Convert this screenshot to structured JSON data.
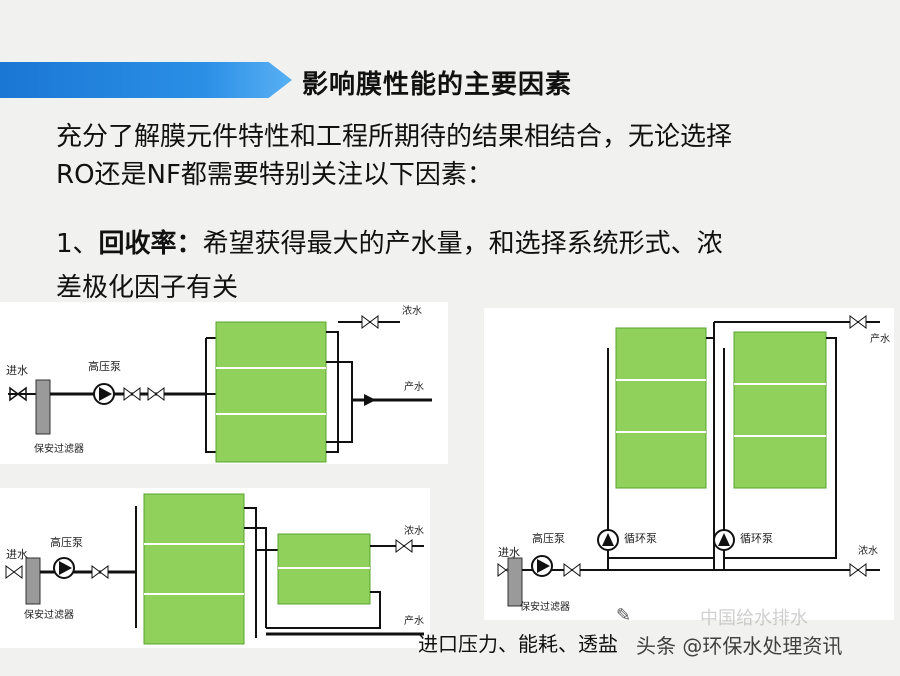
{
  "slide": {
    "title": "影响膜性能的主要因素",
    "intro_line1": "充分了解膜元件特性和工程所期待的结果相结合，无论选择",
    "intro_line2": "RO还是NF都需要特别关注以下因素：",
    "point1_prefix": "1、",
    "point1_bold": "回收率：",
    "point1_text": "希望获得最大的产水量，和选择系统形式、浓",
    "point1_line2": "差极化因子有关",
    "footer_text": "进口压力、能耗、透盐",
    "watermark": "头条 @环保水处理资讯",
    "watermark_brand": "中国给水排水"
  },
  "diagrams": {
    "d1": {
      "feed": "进水",
      "pump": "高压泵",
      "filter": "保安过滤器",
      "concentrate": "浓水",
      "product": "产水"
    },
    "d2": {
      "feed": "进水",
      "pump": "高压泵",
      "filter": "保安过滤器",
      "concentrate": "浓水",
      "product": "产水"
    },
    "d3": {
      "feed": "进水",
      "pump": "高压泵",
      "filter": "保安过滤器",
      "recirc_pump1": "循环泵",
      "recirc_pump2": "循环泵",
      "concentrate": "浓水",
      "product": "产水"
    },
    "colors": {
      "banner": "#1a77d4",
      "membrane": "#8fd15a",
      "line": "#111111"
    }
  }
}
